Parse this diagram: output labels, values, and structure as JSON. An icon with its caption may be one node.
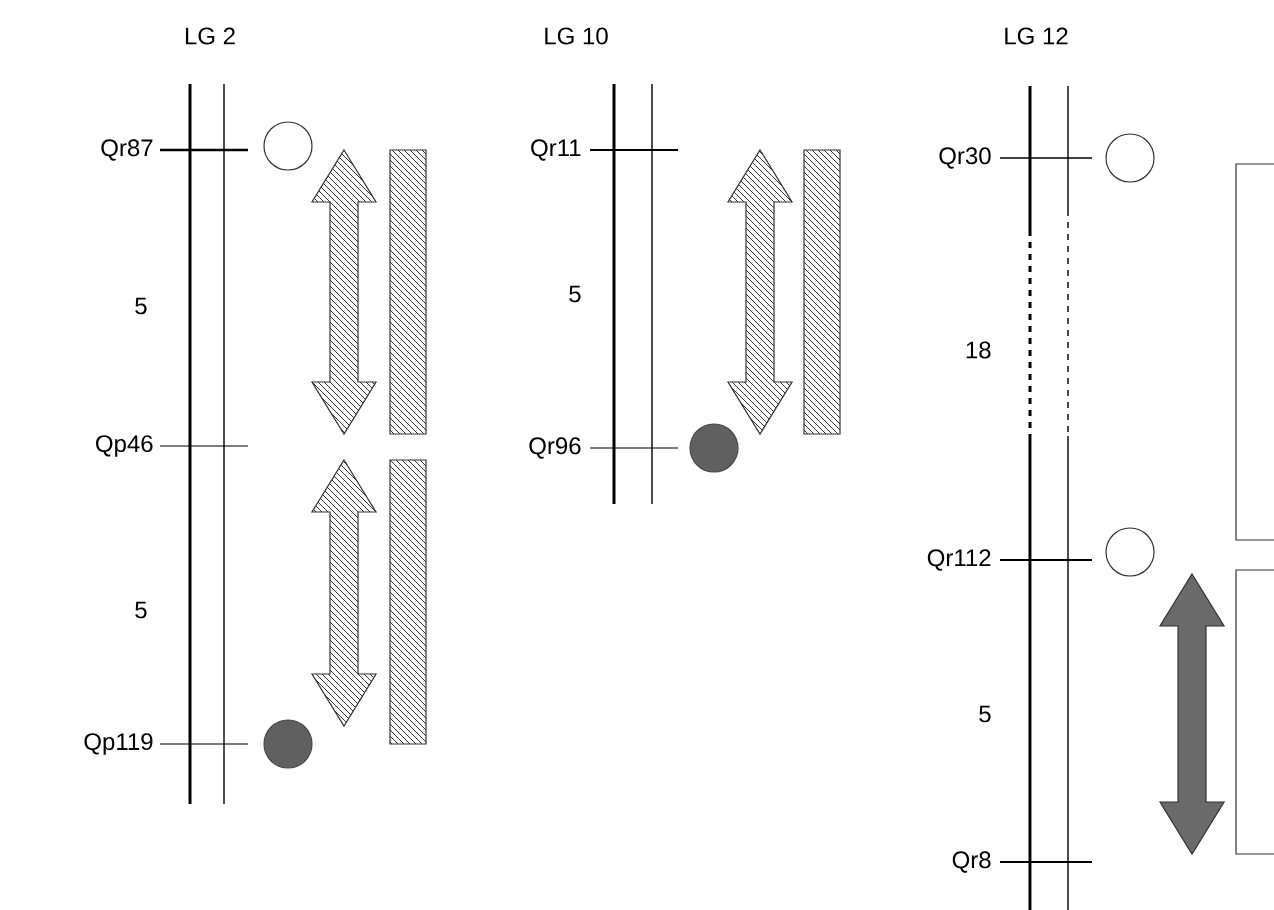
{
  "diagram": {
    "labels": [
      "LG 2",
      "Qr87",
      "5",
      "Qp46",
      "5",
      "Qp119",
      "LG 10",
      "Qr11",
      "5",
      "Qr96",
      "LG 12",
      "Qr30",
      "18",
      "Qr112",
      "5",
      "Qr8"
    ]
  }
}
